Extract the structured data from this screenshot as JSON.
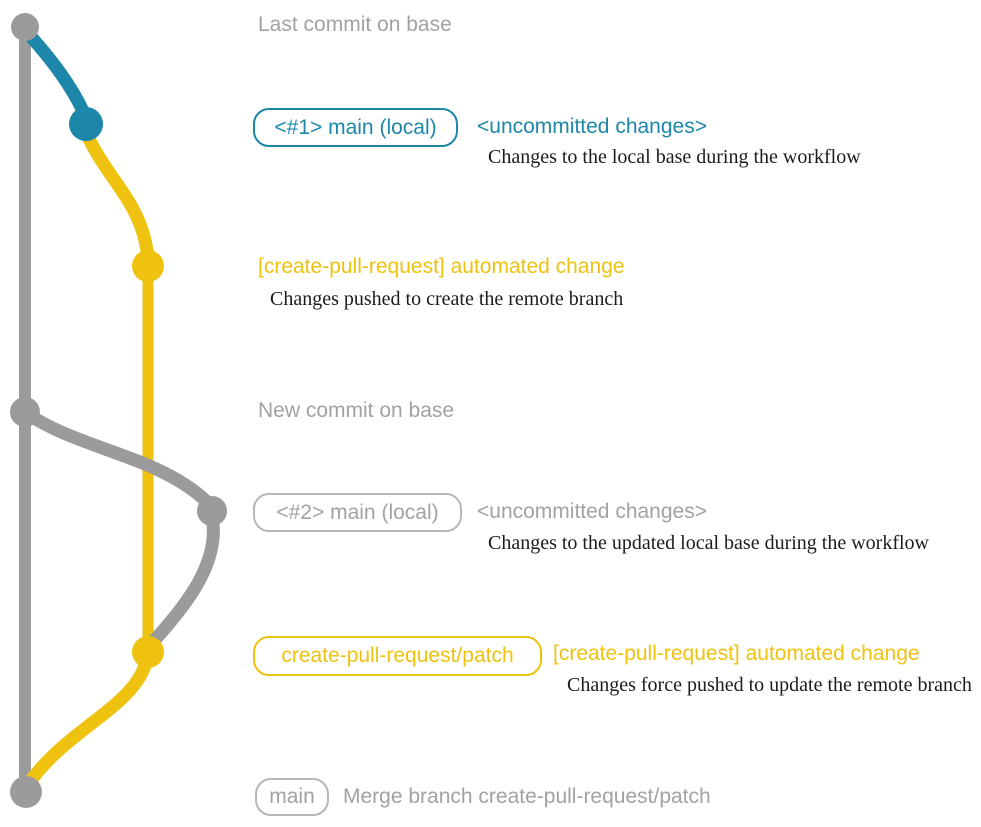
{
  "palette": {
    "gray_line": "#9b9b9b",
    "gray_text": "#a2a2a2",
    "gray_border": "#b7b7b7",
    "blue": "#1d87a9",
    "yellow": "#eec20f",
    "black": "#1c1c1c",
    "bg": "#ffffff"
  },
  "annotations": {
    "last_commit": "Last commit on base",
    "branch1_label": "<#1> main (local)",
    "branch1_status": "<uncommitted changes>",
    "branch1_desc": "Changes to the local base during the workflow",
    "auto_change1": "[create-pull-request] automated change",
    "auto_change1_desc": "Changes pushed to create the remote branch",
    "new_commit": "New commit on base",
    "branch2_label": "<#2> main (local)",
    "branch2_status": "<uncommitted changes>",
    "branch2_desc": "Changes to the updated local base during the workflow",
    "patch_branch_label": "create-pull-request/patch",
    "auto_change2": "[create-pull-request] automated change",
    "auto_change2_desc": "Changes force pushed to update the remote branch",
    "main_label": "main",
    "merge_text": "Merge branch create-pull-request/patch"
  },
  "graph": {
    "branches": [
      "base (gray)",
      "main local (blue)",
      "create-pull-request/patch (yellow)"
    ],
    "commit_count": 7
  }
}
